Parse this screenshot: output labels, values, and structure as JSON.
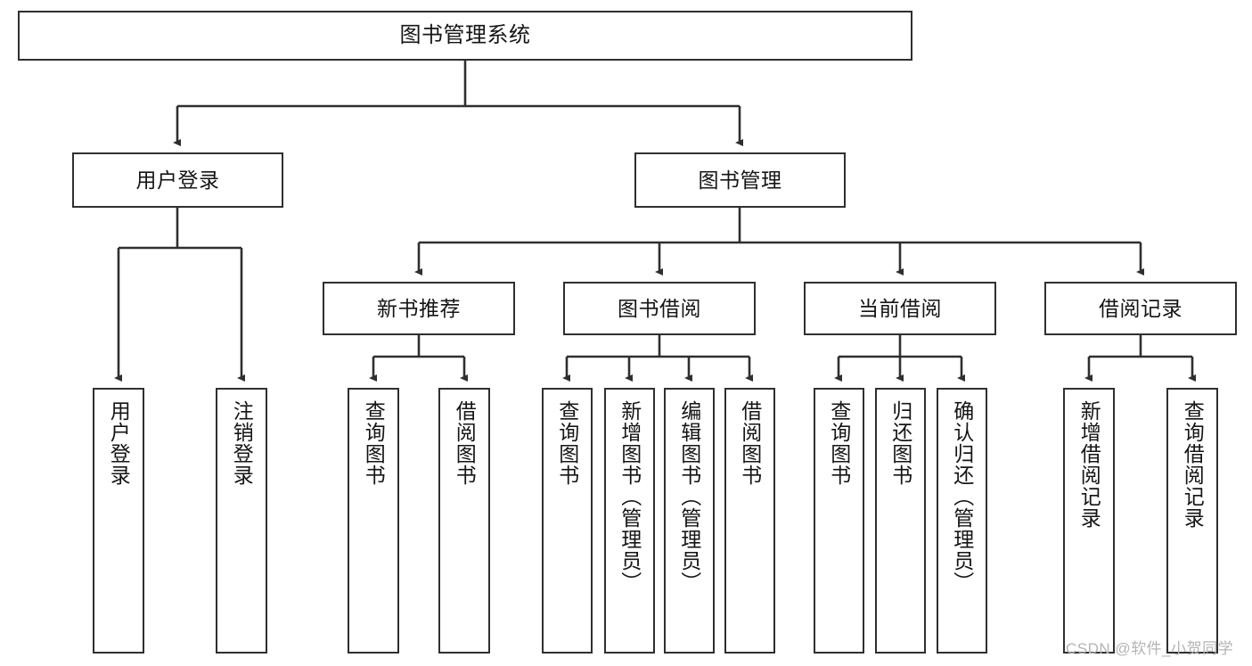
{
  "diagram": {
    "title": "图书管理系统",
    "type": "hierarchy-tree",
    "root": {
      "id": "root",
      "label": "图书管理系统"
    },
    "level2": [
      {
        "id": "user-login",
        "label": "用户登录"
      },
      {
        "id": "book-management",
        "label": "图书管理"
      }
    ],
    "level3": [
      {
        "id": "new-book-recommend",
        "label": "新书推荐"
      },
      {
        "id": "book-borrow",
        "label": "图书借阅"
      },
      {
        "id": "current-borrow",
        "label": "当前借阅"
      },
      {
        "id": "borrow-record",
        "label": "借阅记录"
      }
    ],
    "leaves": {
      "user_login": [
        {
          "id": "leaf-user-login",
          "label": "用户登录"
        },
        {
          "id": "leaf-logout-login",
          "label": "注销登录"
        }
      ],
      "new_book_recommend": [
        {
          "id": "leaf-query-book-1",
          "label": "查询图书"
        },
        {
          "id": "leaf-borrow-book-1",
          "label": "借阅图书"
        }
      ],
      "book_borrow": [
        {
          "id": "leaf-query-book-2",
          "label": "查询图书"
        },
        {
          "id": "leaf-add-book",
          "label": "新增图书（管理员）"
        },
        {
          "id": "leaf-edit-book",
          "label": "编辑图书（管理员）"
        },
        {
          "id": "leaf-borrow-book-2",
          "label": "借阅图书"
        }
      ],
      "current_borrow": [
        {
          "id": "leaf-query-book-3",
          "label": "查询图书"
        },
        {
          "id": "leaf-return-book",
          "label": "归还图书"
        },
        {
          "id": "leaf-confirm-return",
          "label": "确认归还（管理员）"
        }
      ],
      "borrow_record": [
        {
          "id": "leaf-add-record",
          "label": "新增借阅记录"
        },
        {
          "id": "leaf-query-record",
          "label": "查询借阅记录"
        }
      ]
    }
  },
  "watermark": {
    "text": "CSDN @软件_小贺同学"
  },
  "colors": {
    "border": "#2f2f2f",
    "background": "#ffffff",
    "text": "#151515",
    "watermark": "#b4b4b4"
  }
}
